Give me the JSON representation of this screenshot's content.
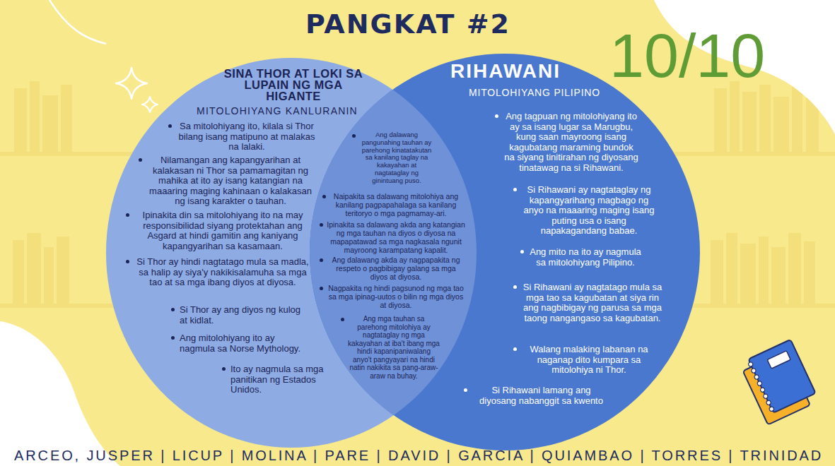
{
  "diagram": {
    "title": "PANGKAT #2",
    "nodes": [
      {
        "text": [
          "SINA THOR AT LOKI SA LUPAIN NG MGA HIGANTE",
          "MITOLOHIYANG KANLURANIN",
          "Sa mitolohiyang ito, kilala si Thor bilang isang matipuno at malakas na lalaki.",
          "Nilamangan ang kapangyarihan at kalakasan ni Thor sa pamamagitan ng mahika at ito ay isang katangian na maaaring maging kahinaan o kalakasan ng isang karakter o tauhan.",
          "Ipinakita din sa mitolohiyang ito na may responsibilidad siyang protektahan ang Asgard at hindi gamitin ang kaniyang kapangyarihan sa kasamaan.",
          "Si Thor ay hindi nagtatago mula sa madla, sa halip ay siya'y nakikisalamuha sa mga tao at sa mga ibang diyos at diyosa.",
          "Si Thor ay ang diyos ng kulog at kidlat.",
          "Ang mitolohiyang ito ay nagmula sa Norse Mythology.",
          "Ito ay nagmula sa mga panitikan ng Estados Unidos."
        ]
      },
      {
        "text": [
          "Ang dalawang pangunahing tauhan ay parehong kinatatakutan sa kanilang taglay na kakayahan at nagtataglay ng ginintuang puso.",
          "Naipakita sa dalawang mitolohiya ang kanilang pagpapahalaga sa kanilang teritoryo o mga pagmamay-ari.",
          "Ipinakita sa dalawang akda ang katangian ng mga tauhan na diyos o diyosa na mapapatawad sa mga nagkasala ngunit mayroong karampatang kapalit.",
          "Ang dalawang akda ay nagpapakita ng respeto o pagbibigay galang sa mga diyos at diyosa.",
          "Nagpakita ng hindi pagsunod ng mga tao sa mga ipinag-uutos o bilin ng mga diyos at diyosa.",
          "Ang mga tauhan sa parehong mitolohiya ay nagtataglay ng mga kakayahan at iba't ibang mga hindi kapanipaniwalang anyo't pangyayari na hindi natin nakikita sa pang-araw-araw na buhay."
        ]
      },
      {
        "text": [
          "RIHAWANI",
          "MITOLOHIYANG PILIPINO",
          "Ang tagpuan ng mitolohiyang ito ay sa isang lugar sa Marugbu, kung saan mayroong isang kagubatang maraming bundok na siyang tinitirahan ng diyosang tinatawag na si Rihawani.",
          "Si Rihawani ay nagtataglay ng kapangyarihang magbago ng anyo na maaaring maging isang puting usa o isang napakagandang babae.",
          "Ang mito na ito ay nagmula sa mitolohiyang Pilipino.",
          "Si Rihawani ay nagtatago mula sa mga tao sa kagubatan at siya rin ang nagbibigay ng parusa sa mga taong nangangaso sa kagubatan.",
          "Walang malaking labanan na naganap dito kumpara sa mitolohiya ni Thor.",
          "Si Rihawani lamang ang diyosang nabanggit sa kwento"
        ]
      }
    ],
    "labels": [
      "10/10",
      "ARCEO, JUSPER | LICUP | MOLINA | PARE | DAVID | GARCIA | QUIAMBAO | TORRES | TRINIDAD"
    ]
  }
}
